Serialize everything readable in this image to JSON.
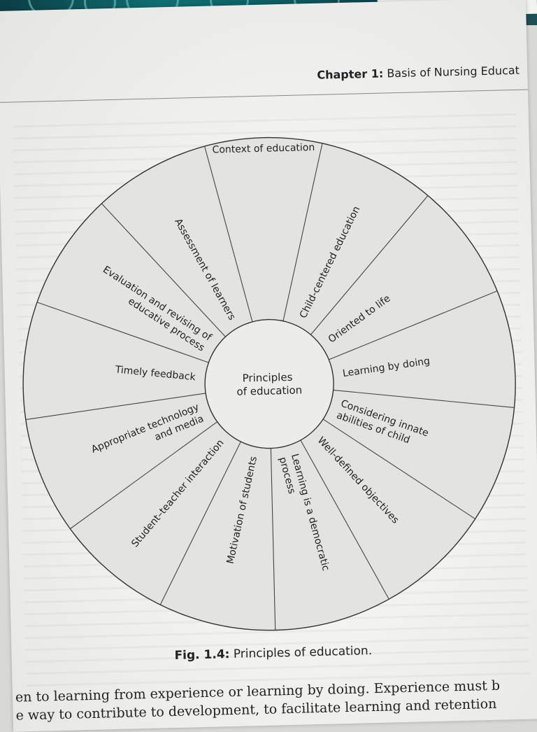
{
  "header": {
    "chapter_label": "Chapter 1:",
    "chapter_title": "Basis of Nursing Educat"
  },
  "figure": {
    "center_label": [
      "Principles",
      "of education"
    ],
    "segments": [
      [
        "Context of education"
      ],
      [
        "Child-centered education"
      ],
      [
        "Oriented to life"
      ],
      [
        "Learning by doing"
      ],
      [
        "Considering innate",
        "abilities of child"
      ],
      [
        "Well-defined objectives"
      ],
      [
        "Learning is a democratic",
        "process"
      ],
      [
        "Motivation of students"
      ],
      [
        "Student–teacher interaction"
      ],
      [
        "Appropriate technology",
        "and media"
      ],
      [
        "Timely feedback"
      ],
      [
        "Evaluation and revising of",
        "educative process"
      ],
      [
        "Assessment of learners"
      ]
    ],
    "caption_number": "Fig. 1.4:",
    "caption_text": " Principles of education."
  },
  "body_text": {
    "line1": "en to learning from experience or learning by doing. Experience must b",
    "line2": "e way to contribute to development, to facilitate learning and retention"
  }
}
